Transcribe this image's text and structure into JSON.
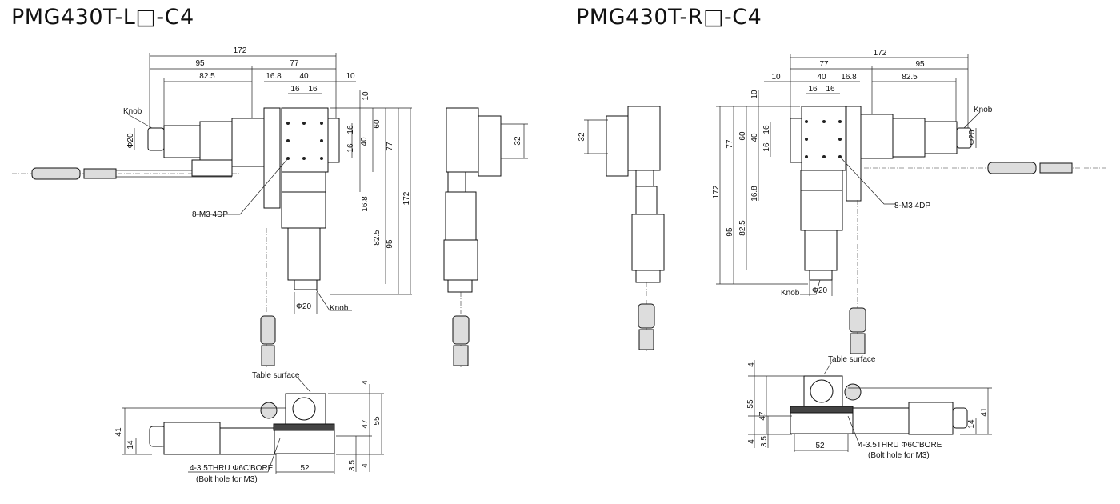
{
  "left": {
    "title": "PMG430T-L□-C4",
    "top_dims": [
      "172",
      "95",
      "77",
      "82.5",
      "16.8",
      "40",
      "10",
      "16",
      "16"
    ],
    "side_dims": [
      "10",
      "16",
      "16",
      "40",
      "60",
      "77",
      "16.8",
      "172",
      "82.5",
      "95"
    ],
    "callouts": {
      "knob_top": "Knob",
      "phi20_top": "Φ20",
      "m3": "8-M3 4DP",
      "phi20_bottom": "Φ20",
      "knob_bottom": "Knob"
    },
    "side_view_dim": "32",
    "front": {
      "table_surface": "Table surface",
      "dims": [
        "4",
        "47",
        "55",
        "41",
        "14",
        "3.5",
        "4",
        "52"
      ],
      "bolt": "4-3.5THRU Φ6C'BORE",
      "bolt_note": "(Bolt hole for M3)"
    }
  },
  "right": {
    "title": "PMG430T-R□-C4",
    "top_dims": [
      "172",
      "77",
      "95",
      "10",
      "40",
      "16.8",
      "82.5",
      "16",
      "16"
    ],
    "side_dims": [
      "10",
      "60",
      "77",
      "40",
      "16",
      "16",
      "16.8",
      "172",
      "82.5",
      "95"
    ],
    "callouts": {
      "knob_top": "Knob",
      "phi20_top": "Φ20",
      "m3": "8-M3 4DP",
      "knob_bottom": "Knob",
      "phi20_bottom": "Φ20"
    },
    "side_view_dim": "32",
    "front": {
      "table_surface": "Table surface",
      "dims": [
        "4",
        "55",
        "47",
        "41",
        "14",
        "4",
        "3.5",
        "52"
      ],
      "bolt": "4-3.5THRU Φ6C'BORE",
      "bolt_note": "(Bolt hole for M3)"
    }
  }
}
